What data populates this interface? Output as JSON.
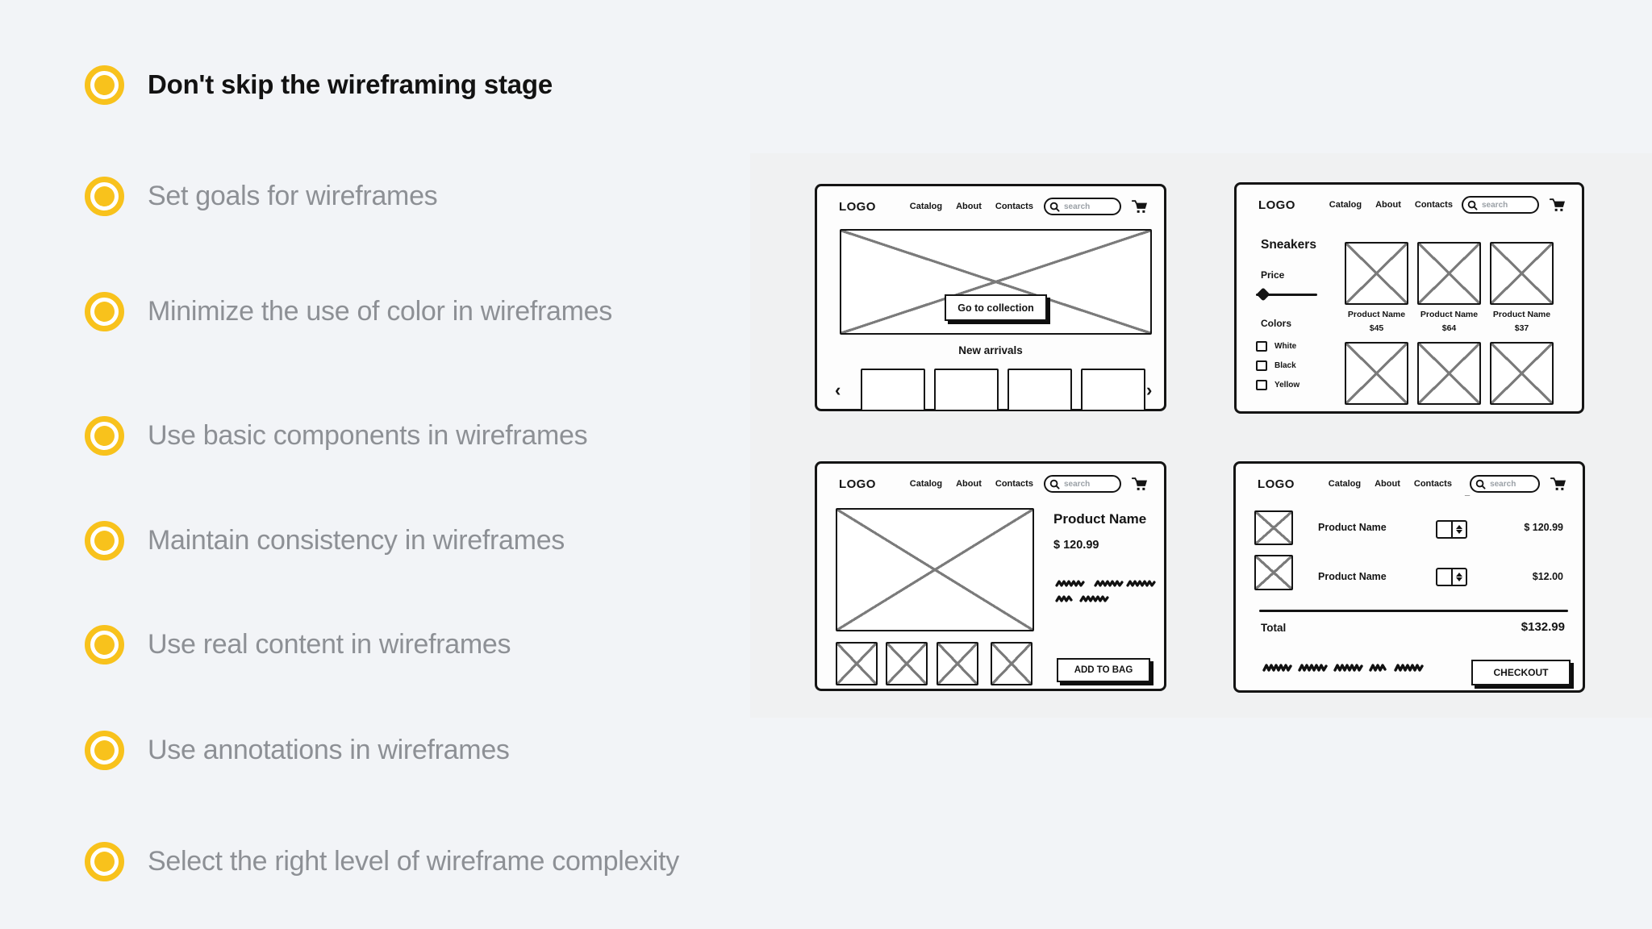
{
  "checklist": {
    "bullet_color": "#f8c21c",
    "items": [
      {
        "label": "Don't skip the wireframing stage",
        "active": true
      },
      {
        "label": "Set goals for wireframes",
        "active": false
      },
      {
        "label": "Minimize the use of color in wireframes",
        "active": false
      },
      {
        "label": "Use basic components in wireframes",
        "active": false
      },
      {
        "label": "Maintain consistency in wireframes",
        "active": false
      },
      {
        "label": "Use real content in wireframes",
        "active": false
      },
      {
        "label": "Use annotations in wireframes",
        "active": false
      },
      {
        "label": "Select the right level of wireframe complexity",
        "active": false
      }
    ]
  },
  "wireframes": {
    "nav": {
      "logo": "LOGO",
      "items": [
        "Catalog",
        "About",
        "Contacts"
      ],
      "search_placeholder": "search"
    },
    "home": {
      "cta": "Go to collection",
      "section_title": "New arrivals",
      "prev": "‹",
      "next": "›"
    },
    "catalog": {
      "category": "Sneakers",
      "price_label": "Price",
      "colors_label": "Colors",
      "color_options": [
        "White",
        "Black",
        "Yellow"
      ],
      "products": [
        {
          "name": "Product Name",
          "price": "$45"
        },
        {
          "name": "Product Name",
          "price": "$64"
        },
        {
          "name": "Product Name",
          "price": "$37"
        }
      ]
    },
    "product": {
      "name": "Product Name",
      "price": "$ 120.99",
      "cta": "ADD TO BAG"
    },
    "cart": {
      "nav_mark": "_",
      "rows": [
        {
          "name": "Product Name",
          "price": "$ 120.99"
        },
        {
          "name": "Product Name",
          "price": "$12.00"
        }
      ],
      "total_label": "Total",
      "total_value": "$132.99",
      "cta": "CHECKOUT"
    }
  }
}
